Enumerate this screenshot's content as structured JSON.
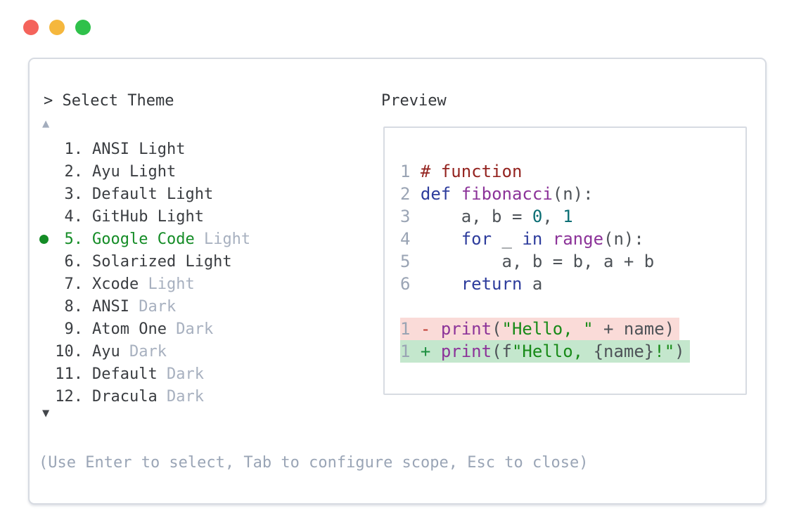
{
  "traffic_lights": [
    {
      "name": "close",
      "color": "#f4635b"
    },
    {
      "name": "minimize",
      "color": "#f5b73d"
    },
    {
      "name": "zoom",
      "color": "#2fc14b"
    }
  ],
  "colors": {
    "window_border": "#d7dbe2",
    "selected_green": "#148c26",
    "badge_gray": "#a7b0bf",
    "removed_bg": "#fadbd8",
    "added_bg": "#c4e7cd"
  },
  "prompt": {
    "symbol": ">",
    "title": "Select Theme"
  },
  "scroll": {
    "up": "▲",
    "down": "▼"
  },
  "theme_list": [
    {
      "number": "1.",
      "name": "ANSI Light",
      "badge": "",
      "selected": false
    },
    {
      "number": "2.",
      "name": "Ayu Light",
      "badge": "",
      "selected": false
    },
    {
      "number": "3.",
      "name": "Default Light",
      "badge": "",
      "selected": false
    },
    {
      "number": "4.",
      "name": "GitHub Light",
      "badge": "",
      "selected": false
    },
    {
      "number": "5.",
      "name": "Google Code",
      "badge": "Light",
      "selected": true
    },
    {
      "number": "6.",
      "name": "Solarized Light",
      "badge": "",
      "selected": false
    },
    {
      "number": "7.",
      "name": "Xcode",
      "badge": "Light",
      "selected": false
    },
    {
      "number": "8.",
      "name": "ANSI",
      "badge": "Dark",
      "selected": false
    },
    {
      "number": "9.",
      "name": "Atom One",
      "badge": "Dark",
      "selected": false
    },
    {
      "number": "10.",
      "name": "Ayu",
      "badge": "Dark",
      "selected": false
    },
    {
      "number": "11.",
      "name": "Default",
      "badge": "Dark",
      "selected": false
    },
    {
      "number": "12.",
      "name": "Dracula",
      "badge": "Dark",
      "selected": false
    }
  ],
  "help_text": "(Use Enter to select, Tab to configure scope, Esc to close)",
  "preview": {
    "label": "Preview",
    "code_lines": [
      {
        "num": "1",
        "segments": [
          {
            "t": "# function",
            "c": "comment"
          }
        ]
      },
      {
        "num": "2",
        "segments": [
          {
            "t": "def",
            "c": "keyword"
          },
          {
            "t": " ",
            "c": "plain"
          },
          {
            "t": "fibonacci",
            "c": "func"
          },
          {
            "t": "(n):",
            "c": "plain"
          }
        ]
      },
      {
        "num": "3",
        "segments": [
          {
            "t": "    a, b = ",
            "c": "plain"
          },
          {
            "t": "0",
            "c": "number"
          },
          {
            "t": ", ",
            "c": "plain"
          },
          {
            "t": "1",
            "c": "number"
          }
        ]
      },
      {
        "num": "4",
        "segments": [
          {
            "t": "    ",
            "c": "plain"
          },
          {
            "t": "for",
            "c": "keyword"
          },
          {
            "t": " _ ",
            "c": "plain"
          },
          {
            "t": "in",
            "c": "keyword"
          },
          {
            "t": " ",
            "c": "plain"
          },
          {
            "t": "range",
            "c": "func"
          },
          {
            "t": "(n):",
            "c": "plain"
          }
        ]
      },
      {
        "num": "5",
        "segments": [
          {
            "t": "        a, b = b, a + b",
            "c": "plain"
          }
        ]
      },
      {
        "num": "6",
        "segments": [
          {
            "t": "    ",
            "c": "plain"
          },
          {
            "t": "return",
            "c": "keyword"
          },
          {
            "t": " a",
            "c": "plain"
          }
        ]
      }
    ],
    "diff_lines": [
      {
        "num": "1",
        "marker": "-",
        "type": "removed",
        "segments": [
          {
            "t": "print",
            "c": "func"
          },
          {
            "t": "(",
            "c": "plain"
          },
          {
            "t": "\"Hello, \"",
            "c": "string"
          },
          {
            "t": " + name)",
            "c": "plain"
          }
        ]
      },
      {
        "num": "1",
        "marker": "+",
        "type": "added",
        "segments": [
          {
            "t": "print",
            "c": "func"
          },
          {
            "t": "(f",
            "c": "plain"
          },
          {
            "t": "\"Hello, ",
            "c": "string"
          },
          {
            "t": "{name}",
            "c": "plain"
          },
          {
            "t": "!\"",
            "c": "string"
          },
          {
            "t": ")",
            "c": "plain"
          }
        ]
      }
    ]
  }
}
